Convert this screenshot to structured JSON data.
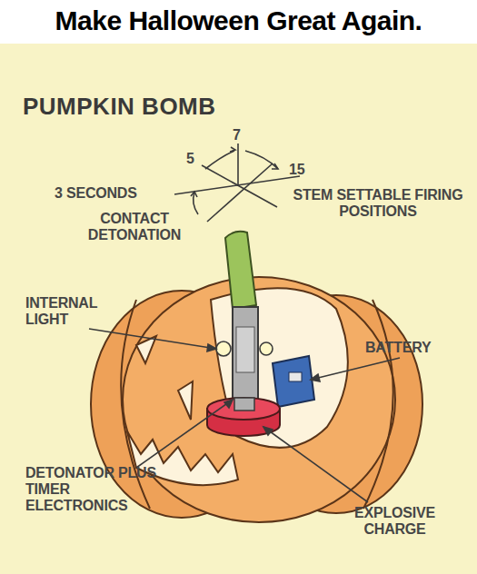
{
  "diagram": {
    "title": "PUMPKIN BOMB",
    "caption": "Make Halloween Great Again.",
    "labels": [
      "7",
      "5",
      "15",
      "3 SECONDS",
      "STEM SETTABLE FIRING POSITIONS",
      "CONTACT DETONATION",
      "INTERNAL LIGHT",
      "BATTERY",
      "DETONATOR PLUS TIMER ELECTRONICS",
      "EXPLOSIVE CHARGE"
    ]
  }
}
